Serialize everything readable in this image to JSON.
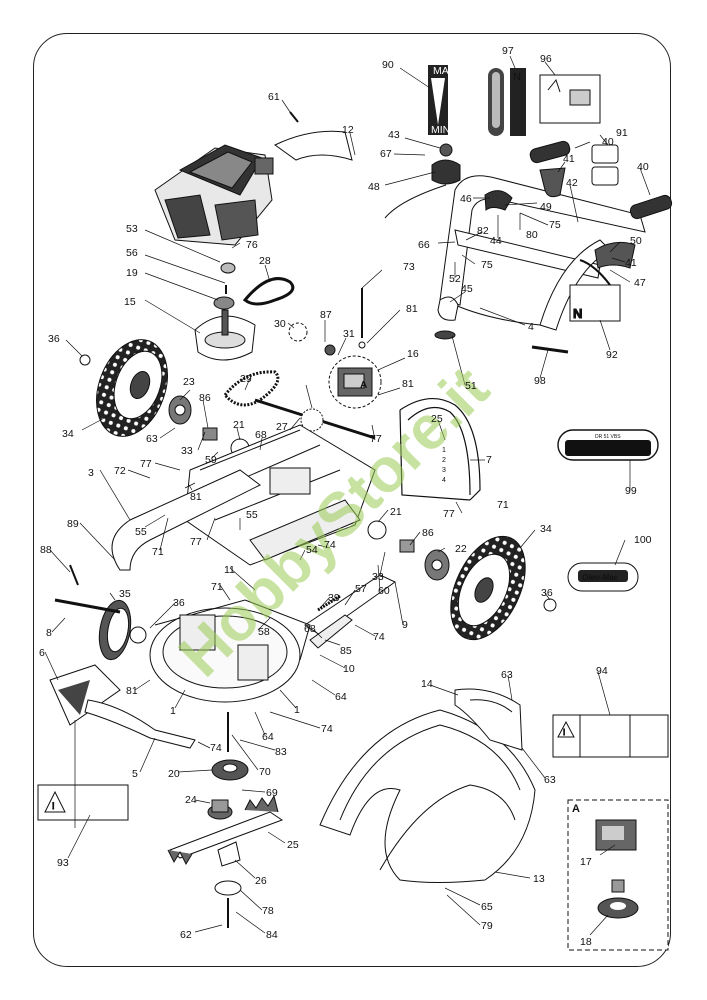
{
  "watermark": "HobbyStore.it",
  "inset_label": "A",
  "callout_label": "A",
  "decal_90": {
    "top": "MAX",
    "bottom": "MIN"
  },
  "brand_99": {
    "model": "DR 51 VBS",
    "name": "efco"
  },
  "brand_100": {
    "name": "Oleo-Mac"
  },
  "decal_92_letter": "N",
  "deck_decal_25": [
    "1",
    "2",
    "3",
    "4"
  ],
  "callouts": [
    {
      "id": "61",
      "n": "61"
    },
    {
      "id": "12",
      "n": "12"
    },
    {
      "id": "90",
      "n": "90"
    },
    {
      "id": "97",
      "n": "97"
    },
    {
      "id": "96",
      "n": "96"
    },
    {
      "id": "43",
      "n": "43"
    },
    {
      "id": "67",
      "n": "67"
    },
    {
      "id": "48",
      "n": "48"
    },
    {
      "id": "40a",
      "n": "40"
    },
    {
      "id": "91",
      "n": "91"
    },
    {
      "id": "41a",
      "n": "41"
    },
    {
      "id": "46",
      "n": "46"
    },
    {
      "id": "49",
      "n": "49"
    },
    {
      "id": "42",
      "n": "42"
    },
    {
      "id": "40b",
      "n": "40"
    },
    {
      "id": "75a",
      "n": "75"
    },
    {
      "id": "80",
      "n": "80"
    },
    {
      "id": "44",
      "n": "44"
    },
    {
      "id": "82",
      "n": "82"
    },
    {
      "id": "66",
      "n": "66"
    },
    {
      "id": "75b",
      "n": "75"
    },
    {
      "id": "50",
      "n": "50"
    },
    {
      "id": "52",
      "n": "52"
    },
    {
      "id": "41b",
      "n": "41"
    },
    {
      "id": "47",
      "n": "47"
    },
    {
      "id": "53",
      "n": "53"
    },
    {
      "id": "76",
      "n": "76"
    },
    {
      "id": "56",
      "n": "56"
    },
    {
      "id": "28",
      "n": "28"
    },
    {
      "id": "73",
      "n": "73"
    },
    {
      "id": "19",
      "n": "19"
    },
    {
      "id": "45",
      "n": "45"
    },
    {
      "id": "15",
      "n": "15"
    },
    {
      "id": "87",
      "n": "87"
    },
    {
      "id": "81a",
      "n": "81"
    },
    {
      "id": "30",
      "n": "30"
    },
    {
      "id": "31",
      "n": "31"
    },
    {
      "id": "36a",
      "n": "36"
    },
    {
      "id": "16",
      "n": "16"
    },
    {
      "id": "4",
      "n": "4"
    },
    {
      "id": "92",
      "n": "92"
    },
    {
      "id": "51",
      "n": "51"
    },
    {
      "id": "98",
      "n": "98"
    },
    {
      "id": "29",
      "n": "29"
    },
    {
      "id": "23",
      "n": "23"
    },
    {
      "id": "86a",
      "n": "86"
    },
    {
      "id": "81b",
      "n": "81"
    },
    {
      "id": "34a",
      "n": "34"
    },
    {
      "id": "63a",
      "n": "63"
    },
    {
      "id": "27",
      "n": "27"
    },
    {
      "id": "21a",
      "n": "21"
    },
    {
      "id": "68a",
      "n": "68"
    },
    {
      "id": "77a",
      "n": "77"
    },
    {
      "id": "25a",
      "n": "25"
    },
    {
      "id": "33a",
      "n": "33"
    },
    {
      "id": "59",
      "n": "59"
    },
    {
      "id": "7",
      "n": "7"
    },
    {
      "id": "99",
      "n": "99"
    },
    {
      "id": "3",
      "n": "3"
    },
    {
      "id": "72",
      "n": "72"
    },
    {
      "id": "77b",
      "n": "77"
    },
    {
      "id": "81c",
      "n": "81"
    },
    {
      "id": "77c",
      "n": "77"
    },
    {
      "id": "71a",
      "n": "71"
    },
    {
      "id": "89",
      "n": "89"
    },
    {
      "id": "55a",
      "n": "55"
    },
    {
      "id": "71b",
      "n": "71"
    },
    {
      "id": "77d",
      "n": "77"
    },
    {
      "id": "55b",
      "n": "55"
    },
    {
      "id": "21b",
      "n": "21"
    },
    {
      "id": "86b",
      "n": "86"
    },
    {
      "id": "34b",
      "n": "34"
    },
    {
      "id": "54",
      "n": "54"
    },
    {
      "id": "74a",
      "n": "74"
    },
    {
      "id": "100",
      "n": "100"
    },
    {
      "id": "88",
      "n": "88"
    },
    {
      "id": "22",
      "n": "22"
    },
    {
      "id": "11",
      "n": "11"
    },
    {
      "id": "33b",
      "n": "33"
    },
    {
      "id": "60",
      "n": "60"
    },
    {
      "id": "35",
      "n": "35"
    },
    {
      "id": "71c",
      "n": "71"
    },
    {
      "id": "57",
      "n": "57"
    },
    {
      "id": "36b",
      "n": "36"
    },
    {
      "id": "39",
      "n": "39"
    },
    {
      "id": "36c",
      "n": "36"
    },
    {
      "id": "8",
      "n": "8"
    },
    {
      "id": "9",
      "n": "9"
    },
    {
      "id": "58",
      "n": "58"
    },
    {
      "id": "68b",
      "n": "68"
    },
    {
      "id": "74b",
      "n": "74"
    },
    {
      "id": "85",
      "n": "85"
    },
    {
      "id": "6",
      "n": "6"
    },
    {
      "id": "10",
      "n": "10"
    },
    {
      "id": "63b",
      "n": "63"
    },
    {
      "id": "94",
      "n": "94"
    },
    {
      "id": "81d",
      "n": "81"
    },
    {
      "id": "64a",
      "n": "64"
    },
    {
      "id": "14",
      "n": "14"
    },
    {
      "id": "1a",
      "n": "1"
    },
    {
      "id": "1b",
      "n": "1"
    },
    {
      "id": "64b",
      "n": "64"
    },
    {
      "id": "74c",
      "n": "74"
    },
    {
      "id": "74d",
      "n": "74"
    },
    {
      "id": "83",
      "n": "83"
    },
    {
      "id": "5",
      "n": "5"
    },
    {
      "id": "20",
      "n": "20"
    },
    {
      "id": "70",
      "n": "70"
    },
    {
      "id": "63c",
      "n": "63"
    },
    {
      "id": "69",
      "n": "69"
    },
    {
      "id": "24",
      "n": "24"
    },
    {
      "id": "93",
      "n": "93"
    },
    {
      "id": "25b",
      "n": "25"
    },
    {
      "id": "26",
      "n": "26"
    },
    {
      "id": "13",
      "n": "13"
    },
    {
      "id": "17",
      "n": "17"
    },
    {
      "id": "65",
      "n": "65"
    },
    {
      "id": "78",
      "n": "78"
    },
    {
      "id": "79",
      "n": "79"
    },
    {
      "id": "62",
      "n": "62"
    },
    {
      "id": "84",
      "n": "84"
    },
    {
      "id": "18",
      "n": "18"
    }
  ]
}
